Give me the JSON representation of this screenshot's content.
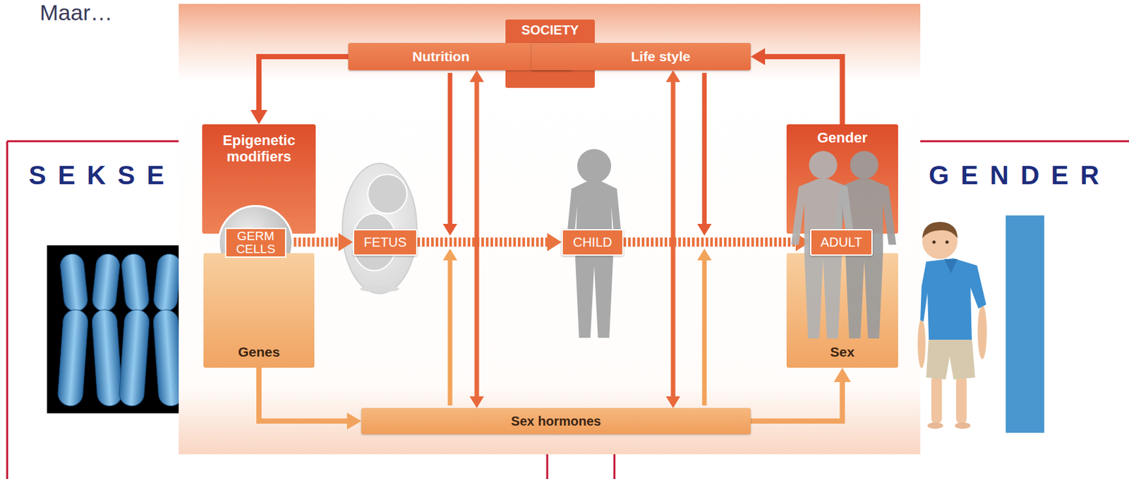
{
  "diagram": {
    "nodes": [
      {
        "text": [
          "SOCIETY"
        ]
      },
      {
        "text": [
          "Nutrition"
        ]
      },
      {
        "text": [
          "Life style"
        ]
      },
      {
        "text": [
          "Epigenetic modifiers"
        ]
      },
      {
        "text": [
          "GERM CELLS"
        ]
      },
      {
        "text": [
          "Genes"
        ]
      },
      {
        "text": [
          "FETUS"
        ]
      },
      {
        "text": [
          "CHILD"
        ]
      },
      {
        "text": [
          "Gender"
        ]
      },
      {
        "text": [
          "ADULT"
        ]
      },
      {
        "text": [
          "Sex"
        ]
      },
      {
        "text": [
          "Sex hormones"
        ]
      }
    ],
    "edges": [
      {
        "from": 1,
        "to": 3,
        "arrow": "to"
      },
      {
        "from": 8,
        "to": 2,
        "arrow": "to"
      },
      {
        "from": 4,
        "to": 6,
        "arrow": "to"
      },
      {
        "from": 6,
        "to": 7,
        "arrow": "to"
      },
      {
        "from": 7,
        "to": 9,
        "arrow": "to"
      },
      {
        "from": 5,
        "to": 11,
        "arrow": "to"
      },
      {
        "from": 11,
        "to": 10,
        "arrow": "to"
      },
      {
        "from": 1,
        "to": 11,
        "arrow": "both"
      },
      {
        "from": 2,
        "to": 11,
        "arrow": "both"
      }
    ],
    "labels": [
      "Maar…",
      "SEKSE",
      "GENDER"
    ]
  }
}
